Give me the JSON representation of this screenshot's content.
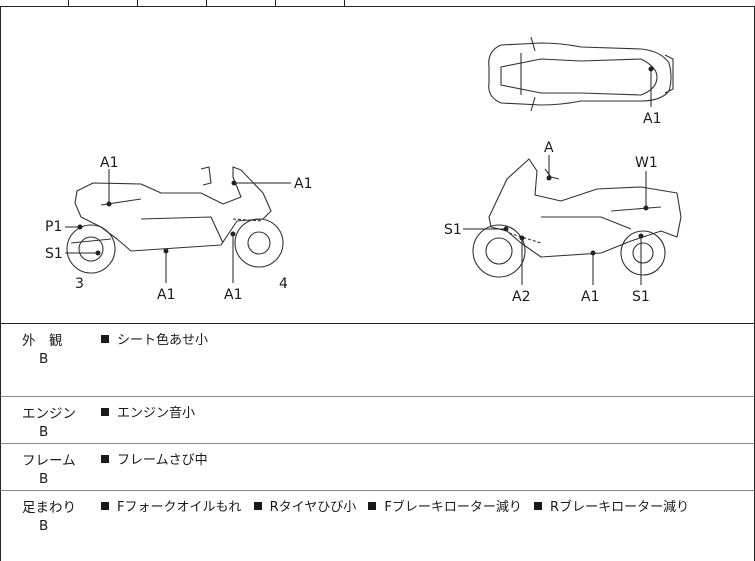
{
  "diagram_labels": {
    "left_front_upper": "A1",
    "left_cowl": "A1",
    "left_rear_body": "P1",
    "left_muffler": "S1",
    "left_rear_wheel": "3",
    "left_floor": "A1",
    "left_front_fork": "A1",
    "left_front_wheel": "4",
    "top_view_seat": "A1",
    "right_handle_top": "A",
    "right_screen": "W1",
    "right_front_fork": "S1",
    "right_front_lower": "A2",
    "right_floor": "A1",
    "right_rear_shock": "S1"
  },
  "rows": [
    {
      "category": "外　観",
      "grade": "B",
      "items": [
        "シート色あせ小"
      ]
    },
    {
      "category": "エンジン",
      "grade": "B",
      "items": [
        "エンジン音小"
      ]
    },
    {
      "category": "フレーム",
      "grade": "B",
      "items": [
        "フレームさび中"
      ]
    },
    {
      "category": "足まわり",
      "grade": "B",
      "items": [
        "Fフォークオイルもれ",
        "Rタイヤひび小",
        "Fブレーキローター減り",
        "Rブレーキローター減り"
      ]
    }
  ]
}
